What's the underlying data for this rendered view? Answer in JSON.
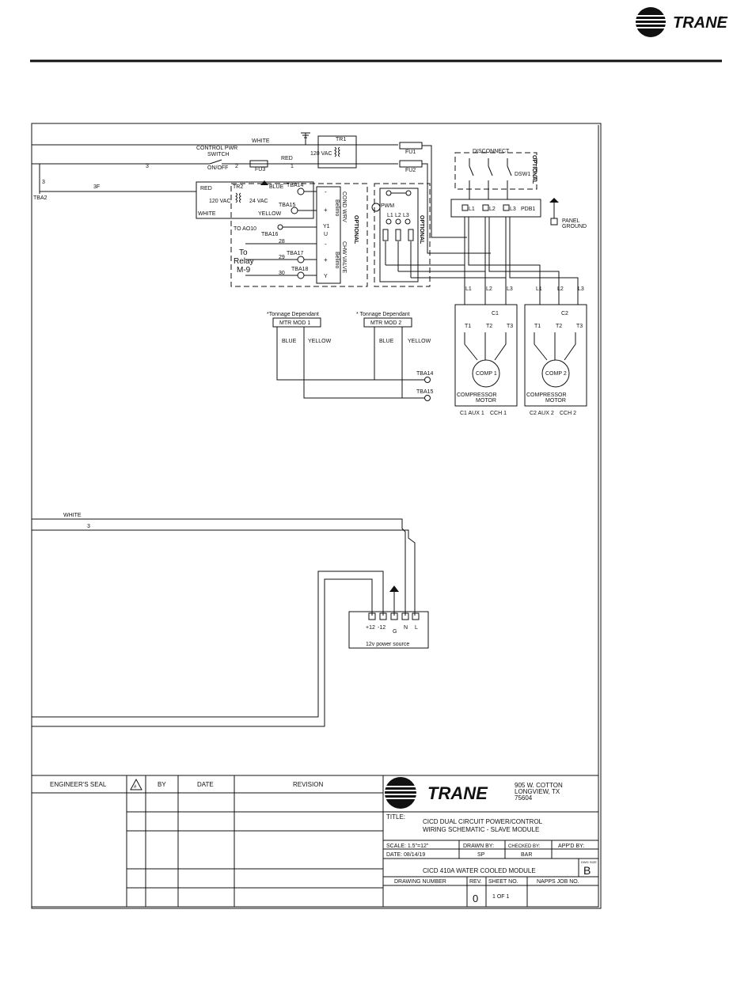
{
  "header": {
    "brand": "TRANE",
    "brand_mark": "®"
  },
  "schematic": {
    "wire_white": "WHITE",
    "wire_red": "RED",
    "wire_blue": "BLUE",
    "wire_yellow": "YELLOW",
    "tr1": "TR1",
    "tr2": "TR2",
    "vac120": "120 VAC",
    "vac24": "24 VAC",
    "fu1": "FU1",
    "fu2": "FU2",
    "fu3": "FU3",
    "ctrl_switch_1": "CONTROL PWR",
    "ctrl_switch_2": "SWITCH",
    "on_off": "ON/OFF",
    "n2": "2",
    "n1": "1",
    "n3": "3",
    "n3f": "3F",
    "tba2": "TBA2",
    "tba14": "TBA14",
    "tba15": "TBA15",
    "tba16": "TBA16",
    "tba17": "TBA17",
    "tba18": "TBA18",
    "to_ao10": "TO AO10",
    "n28": "28",
    "n29": "29",
    "n30": "30",
    "to": "To",
    "relay": "Relay",
    "m9": "M-9",
    "minus": "-",
    "plus": "+",
    "y1": "Y1",
    "u": "U",
    "y": "Y",
    "cond_wrv": "COND WRV",
    "chw_valve": "CHW VALVE",
    "belimo": "Belimo",
    "optional": "OPTIONAL",
    "pwm": "PWM",
    "l1": "L1",
    "l2": "L2",
    "l3": "L3",
    "disconnect": "DISCONNECT",
    "dsw1": "DSW1",
    "pdb1": "PDB1",
    "panel": "PANEL",
    "ground": "GROUND",
    "tonnage1": "*Tonnage Dependant",
    "tonnage2": "* Tonnage Dependant",
    "mtr_mod1": "MTR MOD 1",
    "mtr_mod2": "MTR MOD 2",
    "c1": "C1",
    "c2": "C2",
    "t1": "T1",
    "t2": "T2",
    "t3": "T3",
    "comp1": "COMP 1",
    "comp2": "COMP 2",
    "compressor": "COMPRESSOR",
    "motor": "MOTOR",
    "c1_aux1": "C1 AUX 1",
    "cch1": "CCH 1",
    "c2_aux2": "C2 AUX 2",
    "cch2": "CCH 2",
    "white_lower": "WHITE",
    "three_lower": "3",
    "ps_p12": "+12",
    "ps_m12": "-12",
    "ps_g": "G",
    "ps_n": "N",
    "ps_l": "L",
    "ps_label": "12v power source"
  },
  "titleblock": {
    "engineers_seal": "ENGINEER'S SEAL",
    "rev_symbol": "#",
    "by": "BY",
    "date": "DATE",
    "revision": "REVISION",
    "brand": "TRANE",
    "address1": "905 W. COTTON",
    "address2": "LONGVIEW, TX",
    "address3": "75604",
    "title_label": "TITLE:",
    "title1": "CICD DUAL CIRCUIT POWER/CONTROL",
    "title2": "WIRING SCHEMATIC - SLAVE MODULE",
    "scale": "SCALE:  1.5\"=12\"",
    "drawn_by": "DRAWN BY:",
    "drawn_by_value": "SP",
    "checked_by": "CHECKED BY:",
    "checked_by_value": "BAR",
    "appd_by": "APP'D BY:",
    "date_value": "DATE:    08/14/19",
    "module": "CICD 410A WATER COOLED MODULE",
    "size_label": "DWG SIZE",
    "size": "B",
    "drawing_number": "DRAWING NUMBER",
    "rev": "REV.",
    "rev_value": "0",
    "sheet_no": "SHEET NO.",
    "sheet_value": "1  OF  1",
    "napps": "NAPPS JOB NO."
  }
}
